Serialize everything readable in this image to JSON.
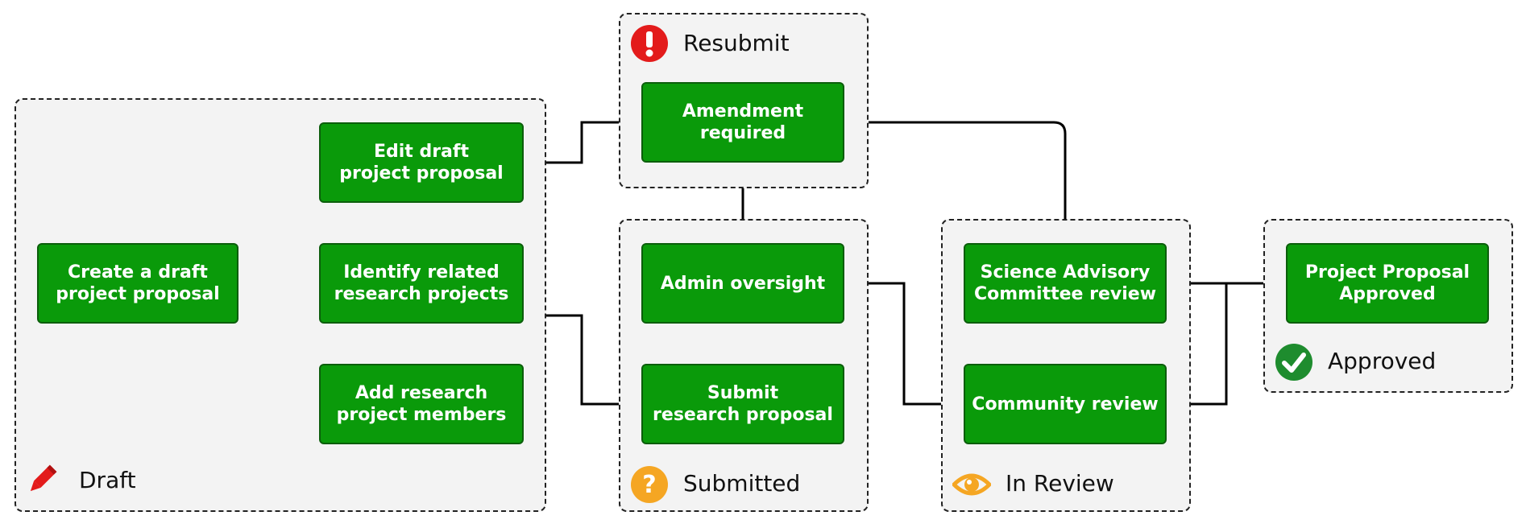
{
  "groups": {
    "draft": {
      "label": "Draft",
      "icon": "pencil-icon"
    },
    "resubmit": {
      "label": "Resubmit",
      "icon": "exclamation-icon"
    },
    "submitted": {
      "label": "Submitted",
      "icon": "question-icon"
    },
    "in_review": {
      "label": "In Review",
      "icon": "eye-icon"
    },
    "approved": {
      "label": "Approved",
      "icon": "checkmark-icon"
    }
  },
  "nodes": {
    "create_draft": "Create a draft\nproject proposal",
    "edit_draft": "Edit draft\nproject proposal",
    "identify_related": "Identify related\nresearch projects",
    "add_members": "Add research\nproject members",
    "amendment": "Amendment\nrequired",
    "admin_oversight": "Admin oversight",
    "submit_proposal": "Submit\nresearch proposal",
    "sac_review": "Science Advisory\nCommittee review",
    "community_review": "Community review",
    "approved_node": "Project Proposal\nApproved"
  },
  "colors": {
    "node_fill": "#0a9a0a",
    "node_border": "#0b5e0b",
    "group_fill": "#f3f3f3",
    "exclamation": "#e31b1b",
    "question": "#f5a623",
    "eye": "#f5a623",
    "pencil": "#e31b1b",
    "check": "#1e8c2e"
  }
}
